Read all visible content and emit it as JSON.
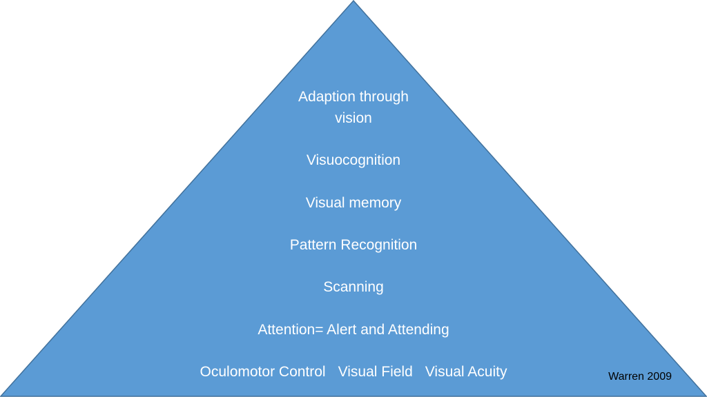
{
  "pyramid": {
    "fill_color": "#5b9bd5",
    "stroke_color": "#41719c",
    "text_color": "#ffffff",
    "levels": [
      "Adaption through\nvision",
      "Visuocognition",
      "Visual memory",
      "Pattern Recognition",
      "Scanning",
      "Attention= Alert and Attending"
    ],
    "base": [
      "Oculomotor Control",
      "Visual Field",
      "Visual Acuity"
    ]
  },
  "citation": "Warren 2009"
}
